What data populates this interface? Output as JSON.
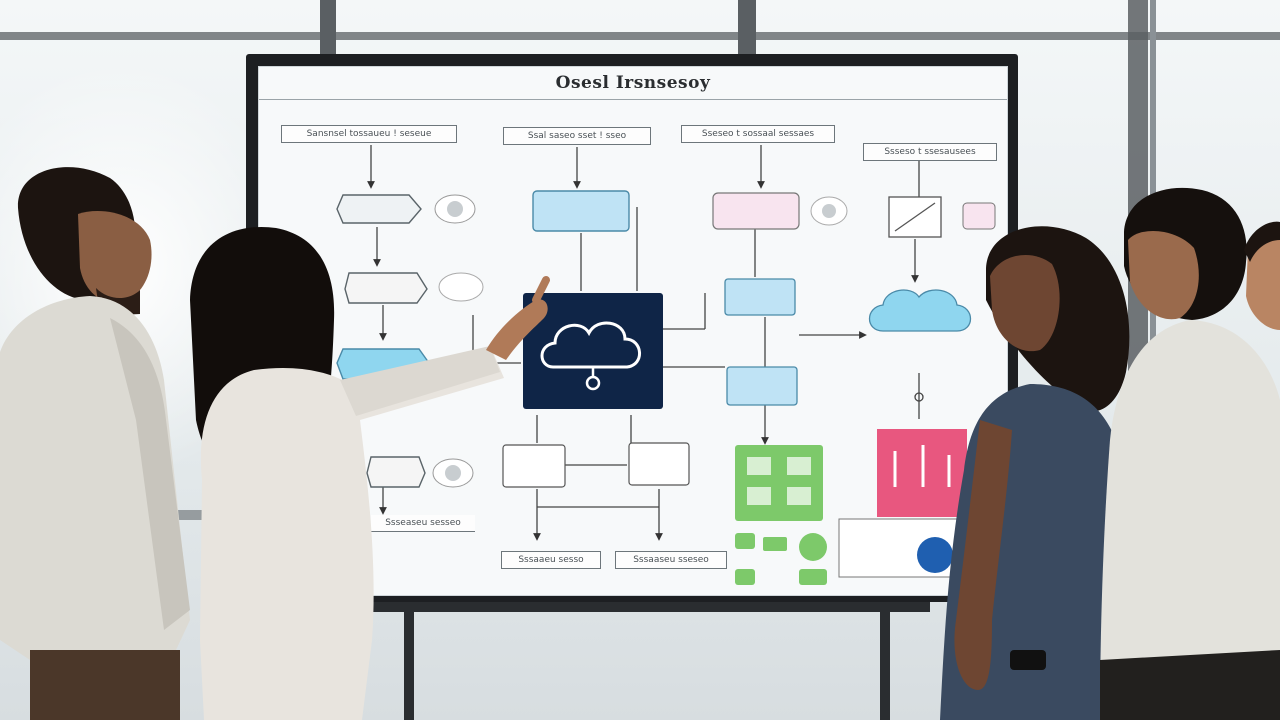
{
  "board": {
    "title": "Osesl Irsnsesoy",
    "top_labels": [
      "Sansnsel tossaueu ! seseue",
      "Ssal saseo sset ! sseo",
      "Sseseo t sossaal sessaes",
      "Ssseso t ssesausees"
    ],
    "bottom_labels": [
      "Sssaaeu sesso",
      "Sssaaseu sseseo"
    ],
    "left_bottom_label": "Ssseaseu sesseo"
  },
  "colors": {
    "board_bg": "#f7f9fa",
    "cloud_tile": "#0f2547",
    "accent_blue": "#bfe3f5",
    "accent_pink": "#e8577f",
    "accent_green": "#7dc96a",
    "accent_cyan": "#8fd6ef"
  }
}
